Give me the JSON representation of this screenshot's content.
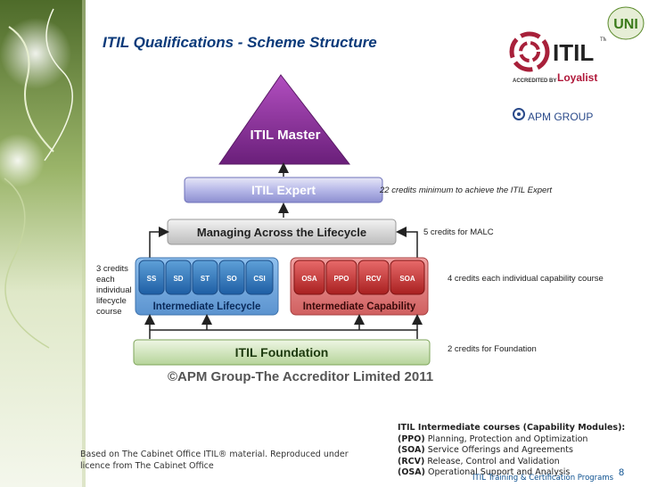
{
  "slide": {
    "title": "ITIL Qualifications - Scheme Structure",
    "page_number": "8",
    "footer": "ITIL Training & Certification Programs"
  },
  "logos": {
    "itil_text": "ITIL",
    "accredited_by": "ACCREDITED BY",
    "loyalist": "Loyalist",
    "apm_group": "APM GROUP",
    "uni": "UNI"
  },
  "diagram": {
    "master": "ITIL Master",
    "expert": "ITIL Expert",
    "malc": "Managing Across the Lifecycle",
    "lifecycle_modules": [
      "SS",
      "SD",
      "ST",
      "SO",
      "CSI"
    ],
    "capability_modules": [
      "OSA",
      "PPO",
      "RCV",
      "SOA"
    ],
    "intermediate_lifecycle": "Intermediate Lifecycle",
    "intermediate_capability": "Intermediate Capability",
    "foundation": "ITIL Foundation",
    "copyright": "©APM Group-The Accreditor Limited 2011"
  },
  "notes": {
    "expert_credits": "22 credits minimum to achieve the ITIL Expert",
    "malc_credits": "5 credits for MALC",
    "capability_credits": "4 credits each individual  capability course",
    "foundation_credits": "2 credits for Foundation",
    "lifecycle_credits": "3 credits each individual lifecycle course"
  },
  "footnote": {
    "line1": "Based on The Cabinet Office ITIL® material. Reproduced under",
    "line2": "licence from The Cabinet Office"
  },
  "legend": {
    "heading": "ITIL Intermediate courses (Capability Modules):",
    "items": [
      {
        "code": "(PPO)",
        "text": " Planning, Protection and Optimization"
      },
      {
        "code": "(SOA)",
        "text": " Service Offerings and Agreements"
      },
      {
        "code": "(RCV)",
        "text": " Release, Control and Validation"
      },
      {
        "code": "(OSA)",
        "text": " Operational Support and Analysis"
      }
    ]
  }
}
